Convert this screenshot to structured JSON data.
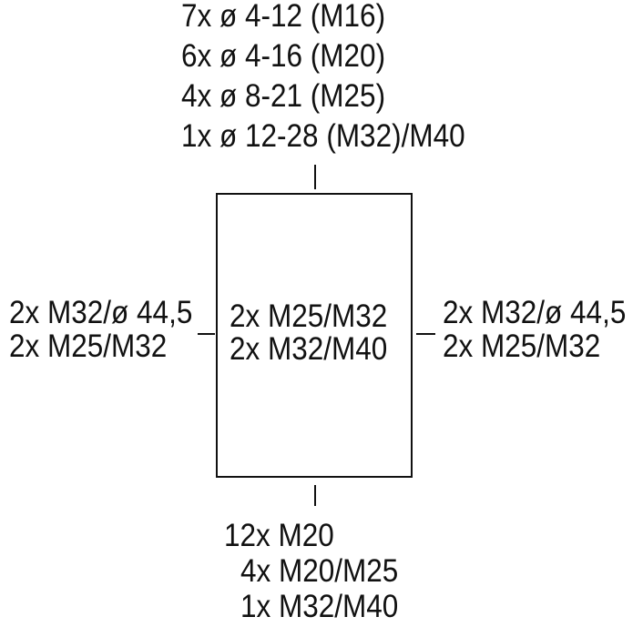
{
  "top_entries": [
    "7x ø 4-12 (M16)",
    "6x ø 4-16 (M20)",
    "4x ø 8-21 (M25)",
    "1x ø 12-28 (M32)/M40"
  ],
  "left_entries": [
    "2x M32/ø 44,5",
    "2x M25/M32"
  ],
  "right_entries": [
    "2x M32/ø 44,5",
    "2x M25/M32"
  ],
  "center_entries": [
    "2x M25/M32",
    "2x M32/M40"
  ],
  "bottom_entries": [
    "12x M20",
    "4x M20/M25",
    "1x M32/M40"
  ]
}
